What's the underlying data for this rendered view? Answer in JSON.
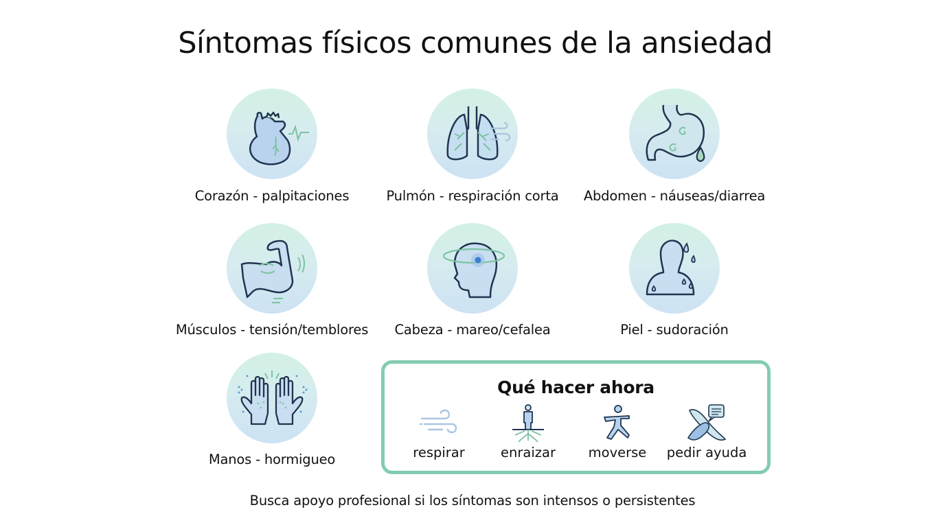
{
  "title": "Síntomas físicos comunes de la ansiedad",
  "symptoms": [
    {
      "label": "Corazón - palpitaciones",
      "icon": "heart-icon"
    },
    {
      "label": "Pulmón - respiración corta",
      "icon": "lungs-icon"
    },
    {
      "label": "Abdomen - náuseas/diarrea",
      "icon": "stomach-icon"
    },
    {
      "label": "Músculos - tensión/temblores",
      "icon": "muscle-arm-icon"
    },
    {
      "label": "Cabeza - mareo/cefalea",
      "icon": "dizzy-head-icon"
    },
    {
      "label": "Piel - sudoración",
      "icon": "sweating-person-icon"
    },
    {
      "label": "Manos - hormigueo",
      "icon": "tingling-hands-icon"
    }
  ],
  "actions": {
    "title": "Qué hacer ahora",
    "items": [
      {
        "label": "respirar",
        "icon": "wind-breath-icon"
      },
      {
        "label": "enraizar",
        "icon": "grounding-roots-icon"
      },
      {
        "label": "moverse",
        "icon": "moving-person-icon"
      },
      {
        "label": "pedir ayuda",
        "icon": "helping-hands-chat-icon"
      }
    ]
  },
  "footer": "Busca apoyo profesional si los síntomas son intensos o persistentes",
  "colors": {
    "circle_top": "#d3f1e4",
    "circle_bottom": "#cde2f3",
    "box_border": "#84ccb0",
    "icon_stroke": "#1f3550",
    "icon_fill_blue": "#b9d3ee",
    "icon_accent_green": "#7cc3a2"
  }
}
